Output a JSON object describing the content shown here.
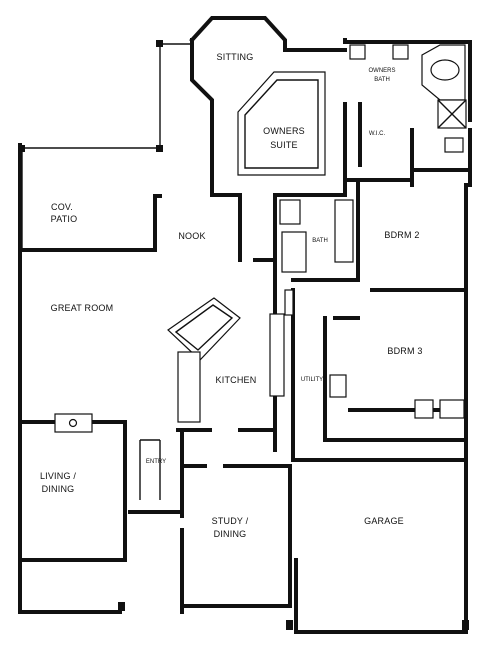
{
  "floor_plan": {
    "rooms": {
      "sitting": "SITTING",
      "owners_suite_1": "OWNERS",
      "owners_suite_2": "SUITE",
      "owners_bath_1": "OWNERS",
      "owners_bath_2": "BATH",
      "wic": "W.I.C.",
      "cov_patio_1": "COV.",
      "cov_patio_2": "PATIO",
      "nook": "NOOK",
      "bath": "BATH",
      "bdrm2": "BDRM 2",
      "great_room": "GREAT ROOM",
      "bdrm3": "BDRM 3",
      "kitchen": "KITCHEN",
      "utility": "UTILITY",
      "living_dining_1": "LIVING /",
      "living_dining_2": "DINING",
      "entry": "ENTRY",
      "study_dining_1": "STUDY /",
      "study_dining_2": "DINING",
      "garage": "GARAGE"
    }
  }
}
